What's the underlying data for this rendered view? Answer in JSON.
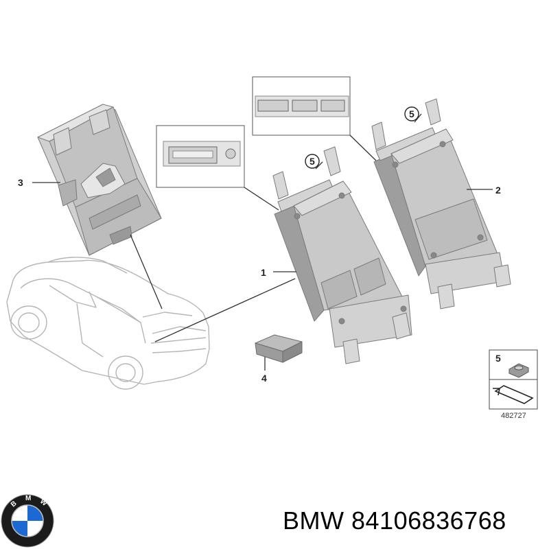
{
  "callouts": {
    "c1": "1",
    "c2": "2",
    "c3": "3",
    "c4": "4",
    "c5a": "5",
    "c5b": "5",
    "c5legend": "5"
  },
  "legend_code": "482727",
  "footer": {
    "brand": "BMW",
    "part_number": "84106836768"
  },
  "logo": {
    "letters": "BMW",
    "colors": {
      "blue": "#1c69d4",
      "ring": "#1b1b1b",
      "white": "#ffffff"
    }
  }
}
